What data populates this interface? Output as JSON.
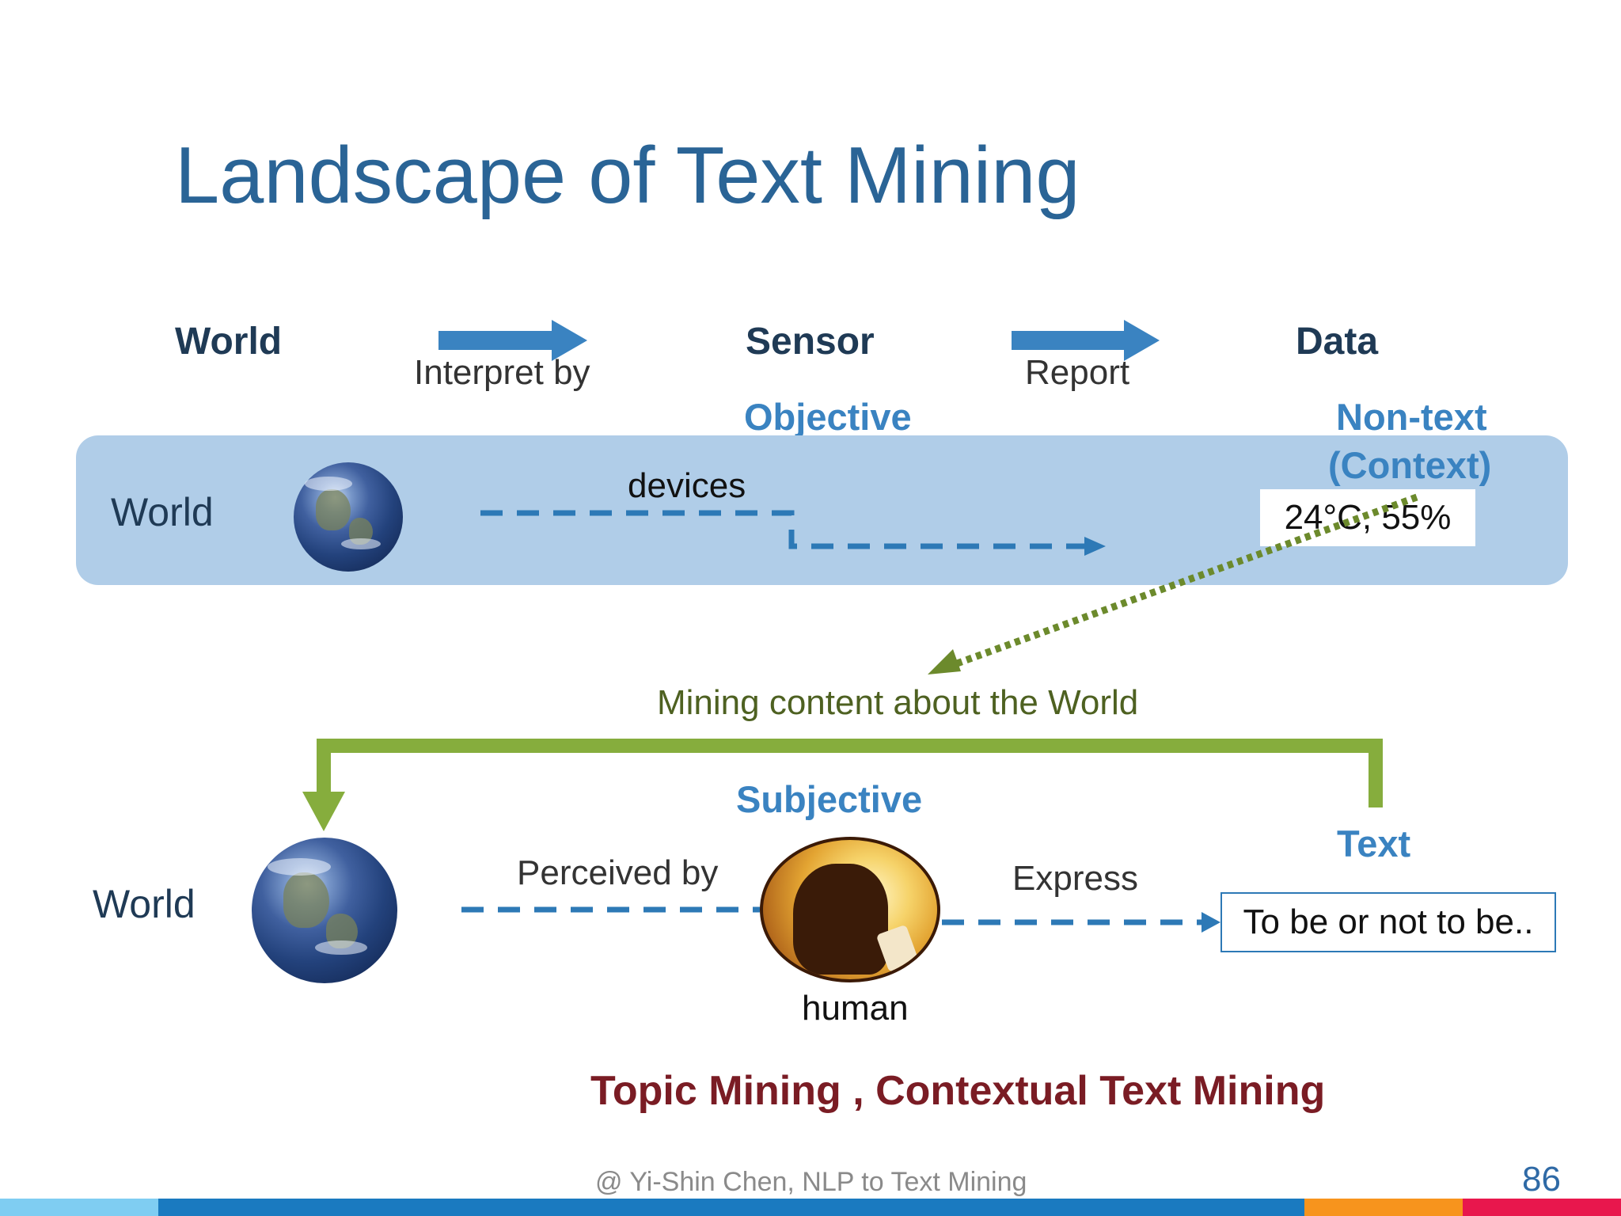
{
  "title": "Landscape of Text Mining",
  "header": {
    "world": "World",
    "interpret_by": "Interpret by",
    "sensor": "Sensor",
    "report": "Report",
    "data": "Data"
  },
  "objective": {
    "label": "Objective",
    "world_label": "World",
    "devices": "devices",
    "non_text_line1": "Non-text",
    "non_text_line2": "(Context)",
    "data_value": "24°C, 55%"
  },
  "mining_label": "Mining content about the World",
  "subjective": {
    "label": "Subjective",
    "world_label": "World",
    "perceived_by": "Perceived by",
    "human": "human",
    "express": "Express",
    "text_label": "Text",
    "text_value": "To be or not to be.."
  },
  "bottom_line": "Topic Mining , Contextual Text Mining",
  "footer": "@ Yi-Shin Chen, NLP to Text Mining",
  "page_number": "86",
  "colors": {
    "title": "#2a6496",
    "accent_blue": "#3a83c1",
    "band": "#b0cde8",
    "green": "#86ad3d",
    "dark_red": "#7a1c24",
    "bar": [
      "#7fcdf2",
      "#1a7ac0",
      "#f7941d",
      "#e8174d"
    ]
  },
  "icons": [
    "globe-icon",
    "human-icon"
  ]
}
